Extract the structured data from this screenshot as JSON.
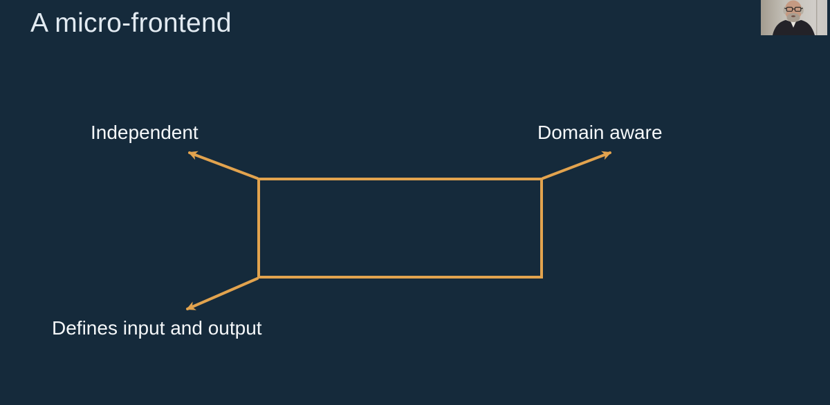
{
  "slide": {
    "title": "A micro-frontend"
  },
  "diagram": {
    "annotations": [
      {
        "text": "Independent",
        "position": "top-left"
      },
      {
        "text": "Domain aware",
        "position": "top-right"
      },
      {
        "text": "Defines input and output",
        "position": "bottom-left"
      }
    ]
  },
  "colors": {
    "background": "#152a3b",
    "accent_orange": "#e2a34e",
    "title_text": "#e2eaf1",
    "label_text": "#f4f7f9"
  }
}
